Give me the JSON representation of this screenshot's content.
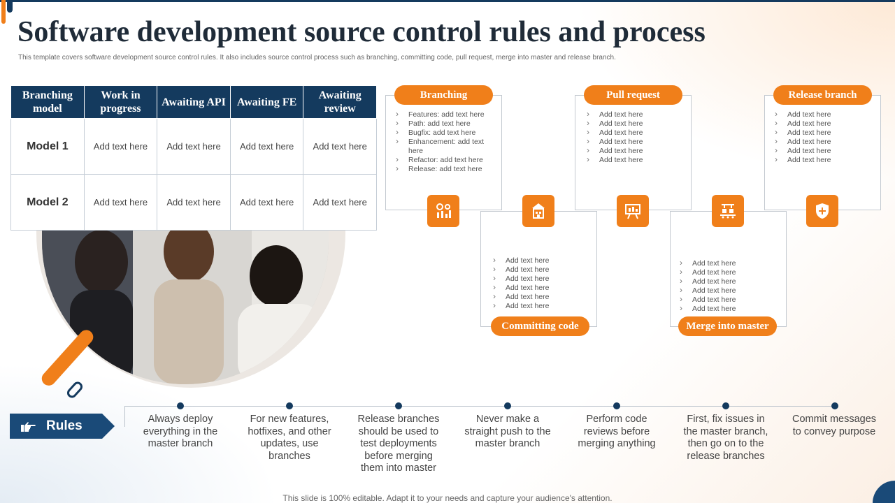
{
  "title": "Software development source control rules and process",
  "subtitle": "This template covers software development source control rules. It also includes source control process such as branching, committing code, pull request, merge into master and release branch.",
  "table": {
    "headers": [
      "Branching model",
      "Work in progress",
      "Awaiting API",
      "Awaiting FE",
      "Awaiting review"
    ],
    "rows": [
      {
        "label": "Model 1",
        "cells": [
          "Add text here",
          "Add text here",
          "Add text here",
          "Add text here"
        ]
      },
      {
        "label": "Model 2",
        "cells": [
          "Add text here",
          "Add text here",
          "Add text here",
          "Add text here"
        ]
      }
    ]
  },
  "process": {
    "branching": {
      "label": "Branching",
      "items": [
        "Features: add text here",
        "Path:  add text here",
        "Bugfix: add text here",
        "Enhancement:  add text here",
        "Refactor: add text here",
        "Release: add text here"
      ],
      "icon": "analytics-icon"
    },
    "committing": {
      "label": "Committing code",
      "items": [
        "Add text here",
        "Add text here",
        "Add text here",
        "Add text here",
        "Add text here",
        "Add text here"
      ],
      "icon": "code-building-icon"
    },
    "pull_request": {
      "label": "Pull request",
      "items": [
        "Add text here",
        "Add text here",
        "Add text here",
        "Add text here",
        "Add text here",
        "Add text here"
      ],
      "icon": "presentation-board-icon"
    },
    "merge": {
      "label": "Merge into master",
      "items": [
        "Add text here",
        "Add text here",
        "Add text here",
        "Add text here",
        "Add text here",
        "Add text here"
      ],
      "icon": "conveyor-icon"
    },
    "release": {
      "label": "Release branch",
      "items": [
        "Add text here",
        "Add text here",
        "Add text here",
        "Add text here",
        "Add text here",
        "Add text here"
      ],
      "icon": "shield-plus-icon"
    }
  },
  "rules": {
    "label": "Rules",
    "icon": "pointing-hand-icon",
    "items": [
      "Always deploy everything in the master branch",
      "For new features, hotfixes, and other updates, use branches",
      "Release branches should be used to test deployments before merging them into master",
      "Never make a straight push to the master branch",
      "Perform code reviews before merging anything",
      "First, fix issues in the master branch, then go on to the release branches",
      "Commit messages to convey purpose"
    ]
  },
  "footer": "This slide is 100% editable. Adapt it to your needs and capture your audience's attention.",
  "colors": {
    "navy": "#143a5e",
    "orange": "#f07f1a"
  }
}
